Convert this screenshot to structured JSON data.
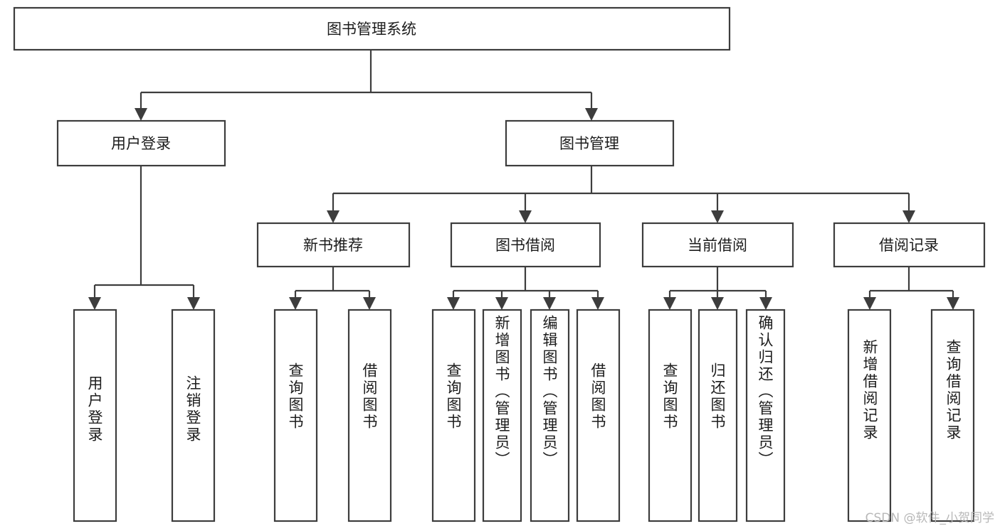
{
  "diagram": {
    "type": "tree",
    "title": "图书管理系统",
    "watermark": "CSDN @软件_小贺同学",
    "colors": {
      "box_stroke": "#3d3d3d",
      "box_fill": "#ffffff",
      "text": "#1c1c1c",
      "background": "#ffffff",
      "watermark": "#b8b8b8"
    },
    "levels": {
      "root": "图书管理系统",
      "level1": [
        "用户登录",
        "图书管理"
      ],
      "level2": [
        "新书推荐",
        "图书借阅",
        "当前借阅",
        "借阅记录"
      ]
    },
    "nodes": {
      "root": {
        "label": "图书管理系统"
      },
      "user_login": {
        "label": "用户登录"
      },
      "book_manage": {
        "label": "图书管理"
      },
      "new_book_rec": {
        "label": "新书推荐"
      },
      "book_borrow": {
        "label": "图书借阅"
      },
      "current_borrow": {
        "label": "当前借阅"
      },
      "borrow_record": {
        "label": "借阅记录"
      },
      "leaf_user_login": {
        "label": "用户登录"
      },
      "leaf_user_logout": {
        "label": "注销登录"
      },
      "leaf_query_book_a": {
        "label": "查询图书"
      },
      "leaf_borrow_book_a": {
        "label": "借阅图书"
      },
      "leaf_query_book_b": {
        "label": "查询图书"
      },
      "leaf_add_book": {
        "label": "新增图书（管理员）"
      },
      "leaf_edit_book": {
        "label": "编辑图书（管理员）"
      },
      "leaf_borrow_book_b": {
        "label": "借阅图书"
      },
      "leaf_query_book_c": {
        "label": "查询图书"
      },
      "leaf_return_book": {
        "label": "归还图书"
      },
      "leaf_confirm_return": {
        "label": "确认归还（管理员）"
      },
      "leaf_add_record": {
        "label": "新增借阅记录"
      },
      "leaf_query_record": {
        "label": "查询借阅记录"
      }
    },
    "edges": [
      {
        "from": "图书管理系统",
        "to": "用户登录"
      },
      {
        "from": "图书管理系统",
        "to": "图书管理"
      },
      {
        "from": "用户登录",
        "to": "用户登录"
      },
      {
        "from": "用户登录",
        "to": "注销登录"
      },
      {
        "from": "图书管理",
        "to": "新书推荐"
      },
      {
        "from": "图书管理",
        "to": "图书借阅"
      },
      {
        "from": "图书管理",
        "to": "当前借阅"
      },
      {
        "from": "图书管理",
        "to": "借阅记录"
      },
      {
        "from": "新书推荐",
        "to": "查询图书"
      },
      {
        "from": "新书推荐",
        "to": "借阅图书"
      },
      {
        "from": "图书借阅",
        "to": "查询图书"
      },
      {
        "from": "图书借阅",
        "to": "新增图书（管理员）"
      },
      {
        "from": "图书借阅",
        "to": "编辑图书（管理员）"
      },
      {
        "from": "图书借阅",
        "to": "借阅图书"
      },
      {
        "from": "当前借阅",
        "to": "查询图书"
      },
      {
        "from": "当前借阅",
        "to": "归还图书"
      },
      {
        "from": "当前借阅",
        "to": "确认归还（管理员）"
      },
      {
        "from": "借阅记录",
        "to": "新增借阅记录"
      },
      {
        "from": "借阅记录",
        "to": "查询借阅记录"
      }
    ]
  }
}
